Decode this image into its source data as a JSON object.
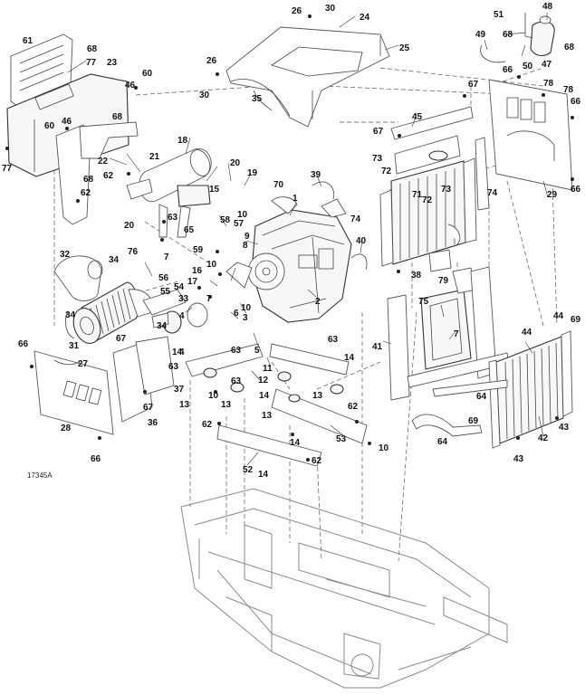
{
  "figure_id": "17345A",
  "callouts": {
    "c1": "1",
    "c2": "2",
    "c3": "3",
    "c4": "4",
    "c5": "5",
    "c6": "6",
    "c7": "7",
    "c8": "8",
    "c9": "9",
    "c10": "10",
    "c11": "11",
    "c12": "12",
    "c13": "13",
    "c14": "14",
    "c15": "15",
    "c16": "16",
    "c17": "17",
    "c18": "18",
    "c19": "19",
    "c20": "20",
    "c21": "21",
    "c22": "22",
    "c23": "23",
    "c24": "24",
    "c25": "25",
    "c26": "26",
    "c27": "27",
    "c28": "28",
    "c29": "29",
    "c30": "30",
    "c31": "31",
    "c32": "32",
    "c33": "33",
    "c34": "34",
    "c35": "35",
    "c36": "36",
    "c37": "37",
    "c38": "38",
    "c39": "39",
    "c40": "40",
    "c41": "41",
    "c42": "42",
    "c43": "43",
    "c44": "44",
    "c45": "45",
    "c46": "46",
    "c47": "47",
    "c48": "48",
    "c49": "49",
    "c50": "50",
    "c51": "51",
    "c52": "52",
    "c53": "53",
    "c54": "54",
    "c55": "55",
    "c56": "56",
    "c57": "57",
    "c58": "58",
    "c59": "59",
    "c60": "60",
    "c61": "61",
    "c62": "62",
    "c63": "63",
    "c64": "64",
    "c65": "65",
    "c66": "66",
    "c67": "67",
    "c68": "68",
    "c69": "69",
    "c70": "70",
    "c71": "71",
    "c72": "72",
    "c73": "73",
    "c74": "74",
    "c75": "75",
    "c76": "76",
    "c77": "77",
    "c78": "78",
    "c79": "79"
  }
}
